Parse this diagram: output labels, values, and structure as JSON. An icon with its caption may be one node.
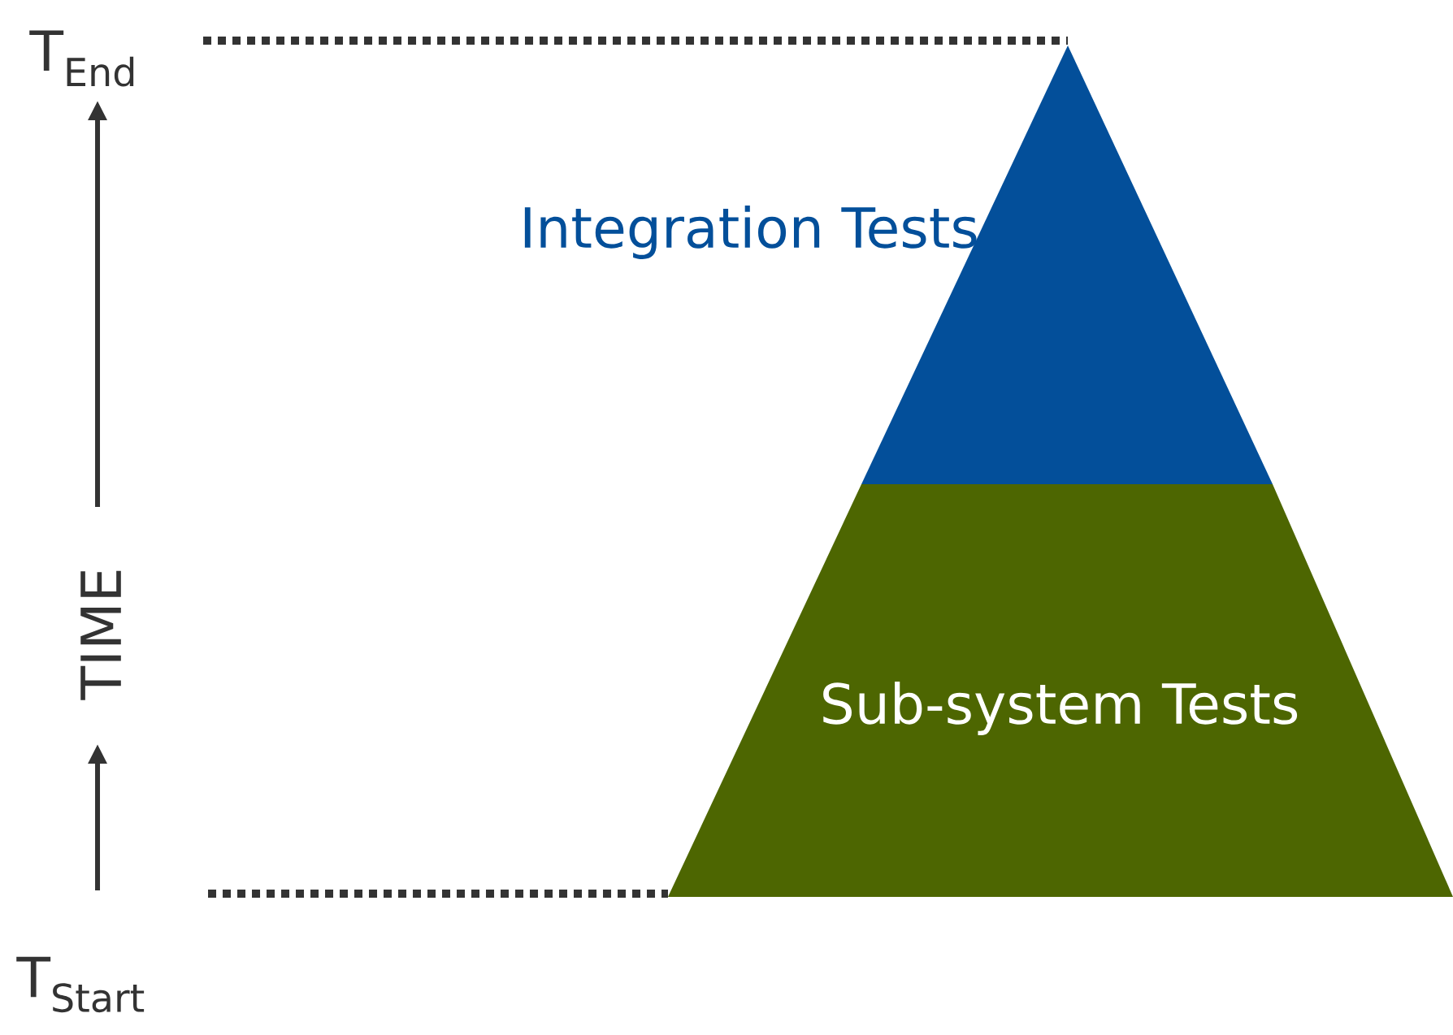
{
  "diagram": {
    "nodes": [
      {
        "text": [
          "Integration Tests"
        ]
      },
      {
        "text": [
          "Sub-system Tests"
        ]
      }
    ],
    "labels": [
      "T$_{End}$",
      "TIME",
      "T$_{Start}$"
    ]
  }
}
